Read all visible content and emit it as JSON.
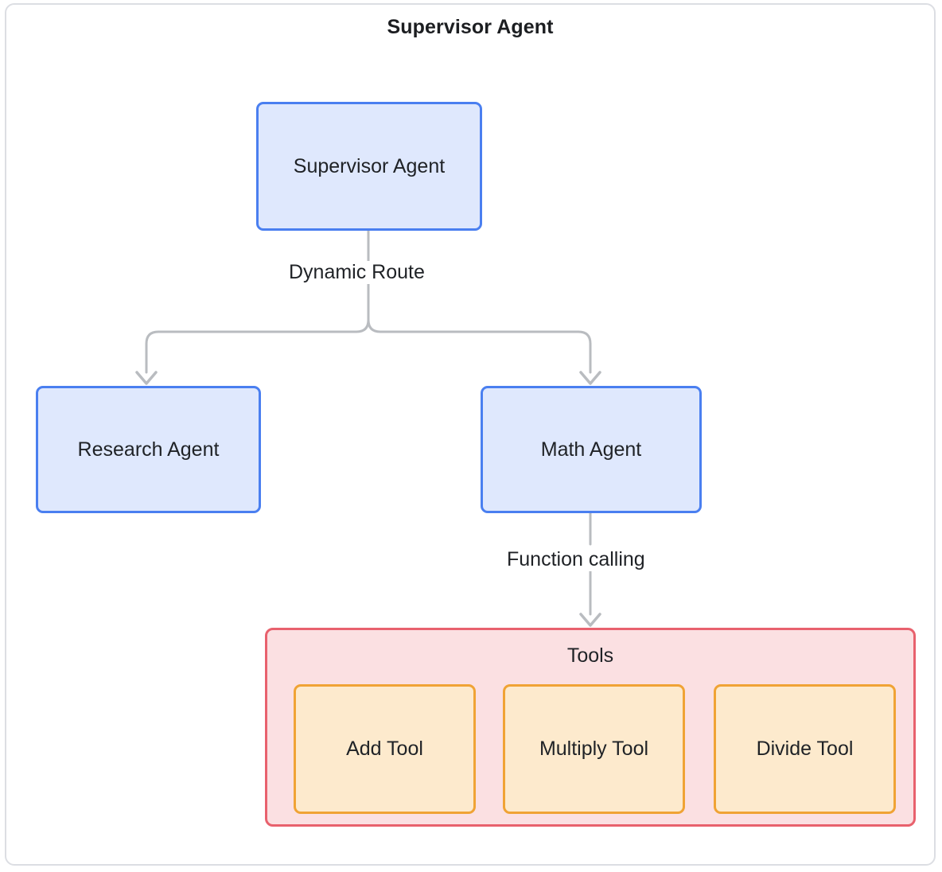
{
  "diagram": {
    "type": "flowchart",
    "title": "Supervisor Agent",
    "colors": {
      "frame_border": "#dcdee3",
      "agent_fill": "#dfe8fd",
      "agent_border": "#4a7ff0",
      "tools_fill": "#fbe0e2",
      "tools_border": "#e8616d",
      "tool_fill": "#fdeacd",
      "tool_border": "#f0a335",
      "edge_stroke": "#b9bcc0",
      "text": "#1f2226",
      "background": "#ffffff"
    },
    "nodes": {
      "supervisor": {
        "label": "Supervisor Agent"
      },
      "research": {
        "label": "Research Agent"
      },
      "math": {
        "label": "Math Agent"
      }
    },
    "tools_group": {
      "label": "Tools",
      "tools": [
        {
          "label": "Add Tool"
        },
        {
          "label": "Multiply Tool"
        },
        {
          "label": "Divide Tool"
        }
      ]
    },
    "edges": [
      {
        "from": "supervisor",
        "to": "research",
        "label": "Dynamic Route",
        "arrow": "open"
      },
      {
        "from": "supervisor",
        "to": "math",
        "label": "Dynamic Route",
        "arrow": "open"
      },
      {
        "from": "math",
        "to": "tools_group",
        "label": "Function calling",
        "arrow": "open"
      }
    ],
    "edge_labels": {
      "dynamic_route": "Dynamic Route",
      "function_calling": "Function calling"
    }
  }
}
